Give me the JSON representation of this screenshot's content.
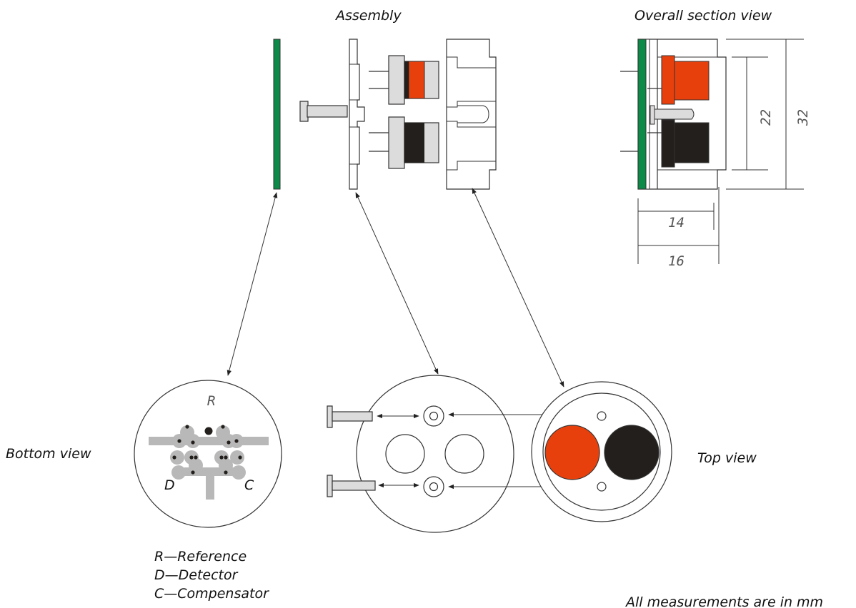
{
  "labels": {
    "assembly": "Assembly",
    "section_view": "Overall section view",
    "bottom_view": "Bottom view",
    "top_view": "Top view",
    "pin_r": "R",
    "pin_d": "D",
    "pin_c": "C",
    "note": "All measurements are in mm"
  },
  "dimensions": {
    "height_inner": "22",
    "height_outer": "32",
    "width_inner": "14",
    "width_outer": "16"
  },
  "legend": [
    "R—Reference",
    "D—Detector",
    "C—Compensator"
  ],
  "colors": {
    "pcb_green": "#0c8a47",
    "reference_red": "#e8400c",
    "detector_black": "#231f1c",
    "screw_grey": "#dcdcdc",
    "trace_grey": "#b8b8b8"
  }
}
